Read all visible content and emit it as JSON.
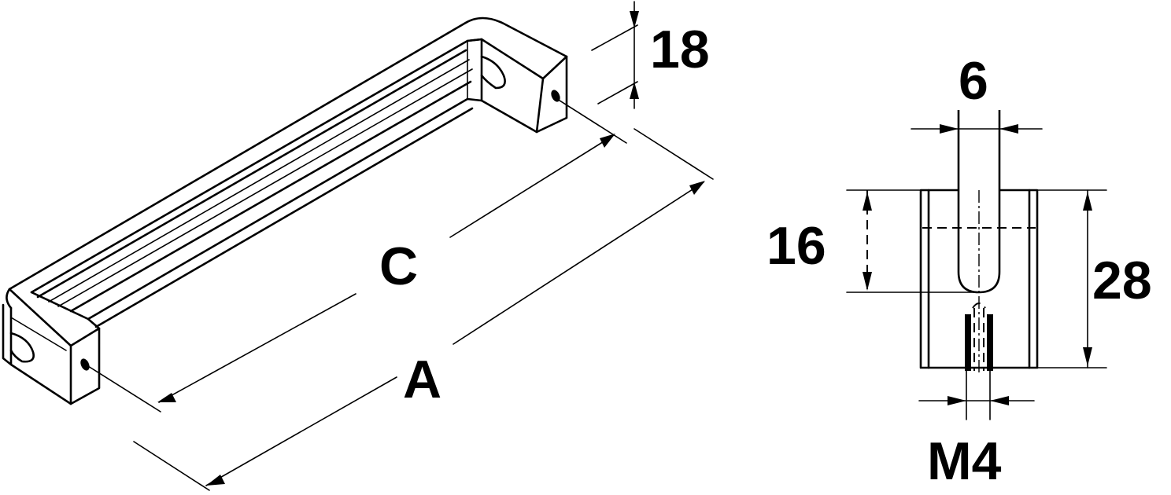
{
  "dimensions": {
    "height": "18",
    "center_distance": "C",
    "overall_length": "A",
    "slot_width": "6",
    "slot_depth": "16",
    "foot_height": "28",
    "thread": "M4"
  }
}
